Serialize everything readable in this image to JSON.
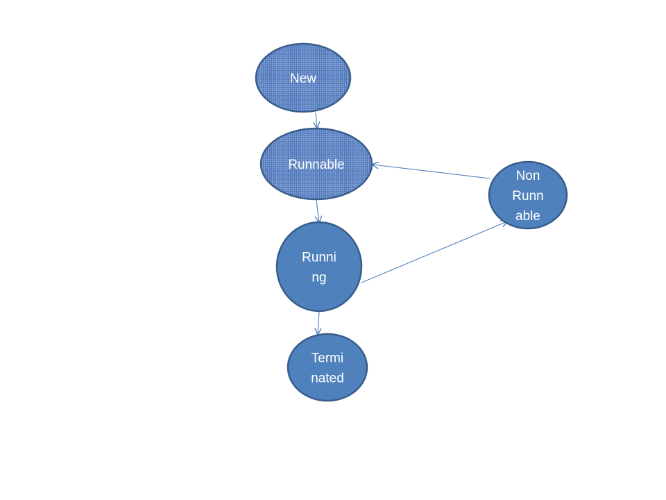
{
  "diagram": {
    "colors": {
      "node_fill": "#4f81bd",
      "node_stroke": "#385d8a",
      "texture_fill": "#6f93cc",
      "edge": "#4f7fba",
      "label": "#ffffff"
    },
    "nodes": [
      {
        "id": "new",
        "lines": [
          "New"
        ],
        "textured": true
      },
      {
        "id": "runnable",
        "lines": [
          "Runnable"
        ],
        "textured": true
      },
      {
        "id": "running",
        "lines": [
          "Runni",
          "ng"
        ],
        "textured": false
      },
      {
        "id": "terminated",
        "lines": [
          "Termi",
          "nated"
        ],
        "textured": false
      },
      {
        "id": "non-runnable",
        "lines": [
          "Non",
          "Runn",
          "able"
        ],
        "textured": false
      }
    ],
    "edges": [
      {
        "from": "new",
        "to": "runnable"
      },
      {
        "from": "runnable",
        "to": "running"
      },
      {
        "from": "running",
        "to": "terminated"
      },
      {
        "from": "running",
        "to": "non-runnable"
      },
      {
        "from": "non-runnable",
        "to": "runnable"
      }
    ]
  }
}
